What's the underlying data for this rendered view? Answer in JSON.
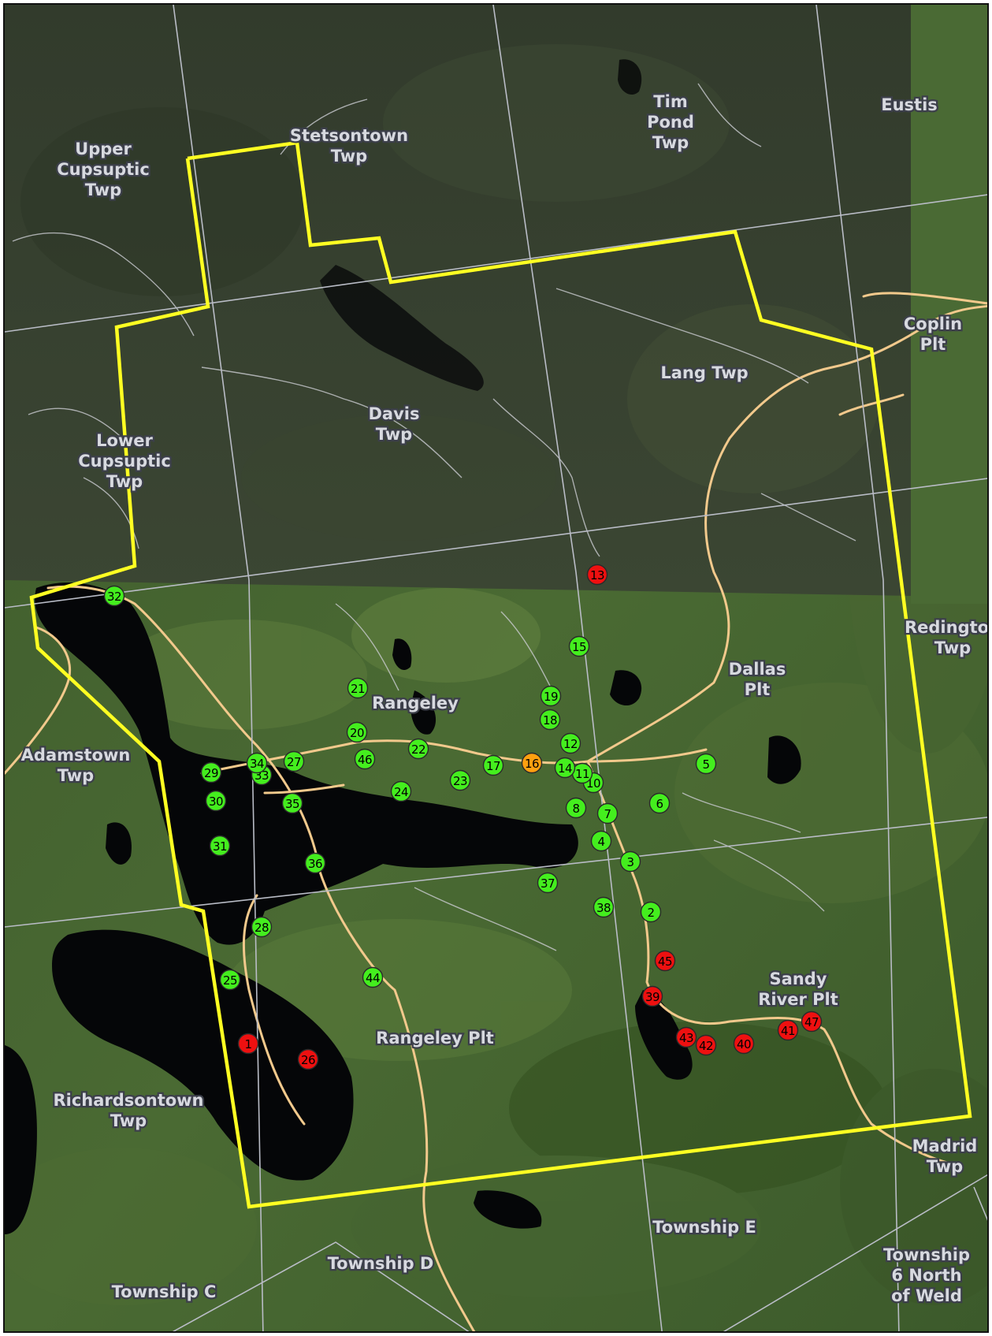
{
  "colors": {
    "boundary": "#ffff22",
    "road": "#f2c98c",
    "township_line": "#b9bcc6",
    "water": "#050608",
    "status_green": "#44ee1e",
    "status_red": "#ee1010",
    "status_orange": "#ffa010"
  },
  "township_labels": [
    {
      "id": "upper-cupsuptic",
      "lines": [
        "Upper",
        "Cupsuptic",
        "Twp"
      ]
    },
    {
      "id": "stetsontown",
      "lines": [
        "Stetsontown",
        "Twp"
      ]
    },
    {
      "id": "tim-pond",
      "lines": [
        "Tim",
        "Pond",
        "Twp"
      ]
    },
    {
      "id": "eustis",
      "lines": [
        "Eustis"
      ]
    },
    {
      "id": "coplin",
      "lines": [
        "Coplin",
        "Plt"
      ]
    },
    {
      "id": "lang",
      "lines": [
        "Lang Twp"
      ]
    },
    {
      "id": "davis",
      "lines": [
        "Davis",
        "Twp"
      ]
    },
    {
      "id": "lower-cupsuptic",
      "lines": [
        "Lower",
        "Cupsuptic",
        "Twp"
      ]
    },
    {
      "id": "redington",
      "lines": [
        "Redington",
        "Twp"
      ]
    },
    {
      "id": "dallas",
      "lines": [
        "Dallas",
        "Plt"
      ]
    },
    {
      "id": "rangeley",
      "lines": [
        "Rangeley"
      ]
    },
    {
      "id": "adamstown",
      "lines": [
        "Adamstown",
        "Twp"
      ]
    },
    {
      "id": "sandy-river",
      "lines": [
        "Sandy",
        "River Plt"
      ]
    },
    {
      "id": "rangeley-plt",
      "lines": [
        "Rangeley Plt"
      ]
    },
    {
      "id": "richardsontown",
      "lines": [
        "Richardsontown",
        "Twp"
      ]
    },
    {
      "id": "madrid",
      "lines": [
        "Madrid",
        "Twp"
      ]
    },
    {
      "id": "township-e",
      "lines": [
        "Township E"
      ]
    },
    {
      "id": "township-d",
      "lines": [
        "Township D"
      ]
    },
    {
      "id": "township-c",
      "lines": [
        "Township C"
      ]
    },
    {
      "id": "township-6-north",
      "lines": [
        "Township",
        "6 North",
        "of Weld"
      ]
    }
  ],
  "sites": [
    {
      "n": "1",
      "status": "red"
    },
    {
      "n": "2",
      "status": "green"
    },
    {
      "n": "3",
      "status": "green"
    },
    {
      "n": "4",
      "status": "green"
    },
    {
      "n": "5",
      "status": "green"
    },
    {
      "n": "6",
      "status": "green"
    },
    {
      "n": "7",
      "status": "green"
    },
    {
      "n": "8",
      "status": "green"
    },
    {
      "n": "10",
      "status": "green"
    },
    {
      "n": "11",
      "status": "green"
    },
    {
      "n": "12",
      "status": "green"
    },
    {
      "n": "13",
      "status": "red"
    },
    {
      "n": "14",
      "status": "green"
    },
    {
      "n": "15",
      "status": "green"
    },
    {
      "n": "16",
      "status": "orange"
    },
    {
      "n": "17",
      "status": "green"
    },
    {
      "n": "18",
      "status": "green"
    },
    {
      "n": "19",
      "status": "green"
    },
    {
      "n": "20",
      "status": "green"
    },
    {
      "n": "21",
      "status": "green"
    },
    {
      "n": "22",
      "status": "green"
    },
    {
      "n": "23",
      "status": "green"
    },
    {
      "n": "24",
      "status": "green"
    },
    {
      "n": "25",
      "status": "green"
    },
    {
      "n": "26",
      "status": "red"
    },
    {
      "n": "27",
      "status": "green"
    },
    {
      "n": "28",
      "status": "green"
    },
    {
      "n": "29",
      "status": "green"
    },
    {
      "n": "30",
      "status": "green"
    },
    {
      "n": "31",
      "status": "green"
    },
    {
      "n": "32",
      "status": "green"
    },
    {
      "n": "33",
      "status": "green"
    },
    {
      "n": "34",
      "status": "green"
    },
    {
      "n": "35",
      "status": "green"
    },
    {
      "n": "36",
      "status": "green"
    },
    {
      "n": "37",
      "status": "green"
    },
    {
      "n": "38",
      "status": "green"
    },
    {
      "n": "39",
      "status": "red"
    },
    {
      "n": "40",
      "status": "red"
    },
    {
      "n": "41",
      "status": "red"
    },
    {
      "n": "42",
      "status": "red"
    },
    {
      "n": "43",
      "status": "red"
    },
    {
      "n": "44",
      "status": "green"
    },
    {
      "n": "45",
      "status": "red"
    },
    {
      "n": "46",
      "status": "green"
    },
    {
      "n": "47",
      "status": "red"
    }
  ]
}
